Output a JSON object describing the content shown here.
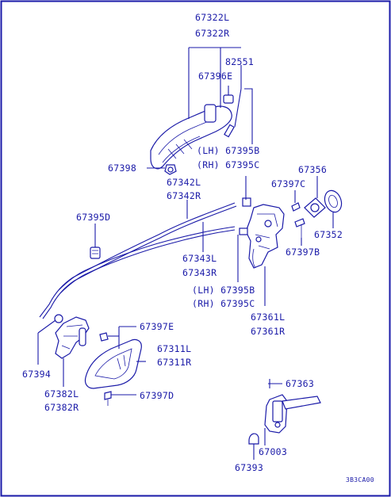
{
  "diagram": {
    "border_color": "#1a1aa8",
    "ink_color": "#1a1aa8",
    "labels": {
      "p67322": "67322L",
      "p67322r": "67322R",
      "p82551": "82551",
      "p67396e": "67396E",
      "lh67395b": "(LH) 67395B",
      "rh67395c": "(RH) 67395C",
      "p67398": "67398",
      "p67342l": "67342L",
      "p67342r": "67342R",
      "p67397c": "67397C",
      "p67356": "67356",
      "p67395d": "67395D",
      "p67352": "67352",
      "p67397b": "67397B",
      "p67343l": "67343L",
      "p67343r": "67343R",
      "lh67395b2": "(LH) 67395B",
      "rh67395c2": "(RH) 67395C",
      "p67361l": "67361L",
      "p67361r": "67361R",
      "p67397e": "67397E",
      "p67311l": "67311L",
      "p67311r": "67311R",
      "p67394": "67394",
      "p67382l": "67382L",
      "p67382r": "67382R",
      "p67397d": "67397D",
      "p67363": "67363",
      "p67003": "67003",
      "p67393": "67393",
      "code": "3B3CA00"
    }
  }
}
